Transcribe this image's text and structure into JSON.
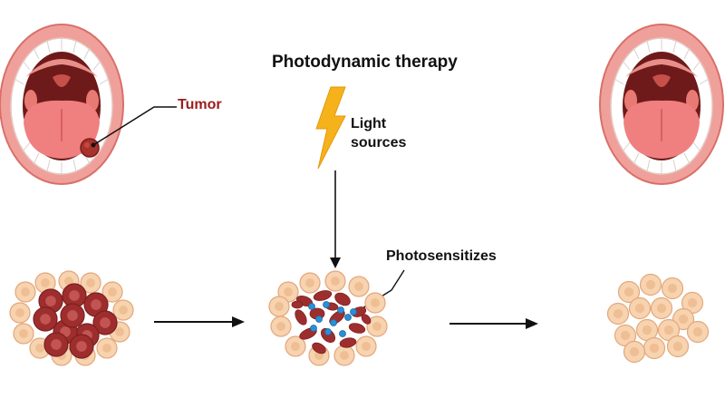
{
  "title": "Photodynamic therapy",
  "labels": {
    "tumor": "Tumor",
    "light_line1": "Light",
    "light_line2": "sources",
    "photosensitizer": "Photosensitizes"
  },
  "colors": {
    "lip": "#f0a09a",
    "lip_edge": "#d9706a",
    "mouth_dark": "#6e1a1a",
    "tongue": "#f07f7f",
    "tumor": "#a8322c",
    "healthy_cell": "#f7d3b0",
    "healthy_cell_edge": "#e3a77a",
    "cancer_cell": "#9e2e2e",
    "photosensitizer_dot": "#2a8fd6",
    "bolt": "#f6b21a",
    "arrow": "#111111"
  },
  "icons": [
    "open-mouth-icon",
    "lightning-bolt-icon",
    "cell-cluster-icon",
    "arrow-icon"
  ]
}
